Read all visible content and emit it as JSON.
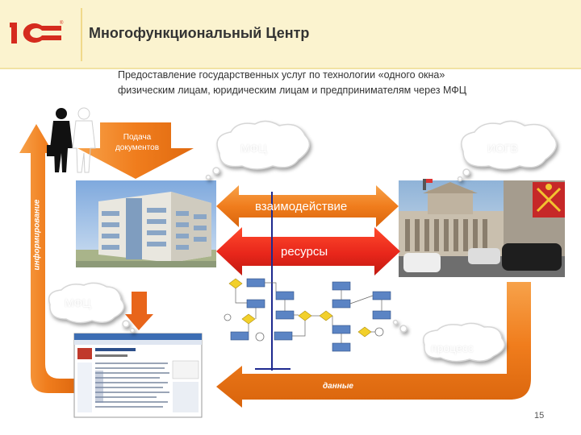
{
  "header": {
    "title": "Многофункциональный Центр",
    "logo_text": "1С"
  },
  "subtitle": {
    "line1": "Предоставление государственных услуг по технологии «одного окна»",
    "line2": "физическим лицам, юридическим лицам и предпринимателям через МФЦ"
  },
  "diagram": {
    "submit_documents_label": "Подача документов",
    "cloud_mfc": "МФЦ",
    "cloud_iogv": "ИОГВ",
    "cloud_left": "МФЦ",
    "cloud_process": "процесс",
    "interaction_label": "взаимодействие",
    "resources_label": "ресурсы",
    "data_label": "данные",
    "informing_label": "информирование"
  },
  "footer": {
    "slide_number": "15"
  },
  "colors": {
    "header_background": "#fbf3cf",
    "logo_red": "#d52b1e",
    "orange_arrow": "#f07d1d",
    "red_arrow": "#e8261b",
    "title_text": "#333333"
  },
  "icons": [
    "logo-1c",
    "businessman-silhouette",
    "office-building-image",
    "government-building-image",
    "coat-of-arms-icon",
    "process-flowchart",
    "web-portal-screenshot"
  ]
}
